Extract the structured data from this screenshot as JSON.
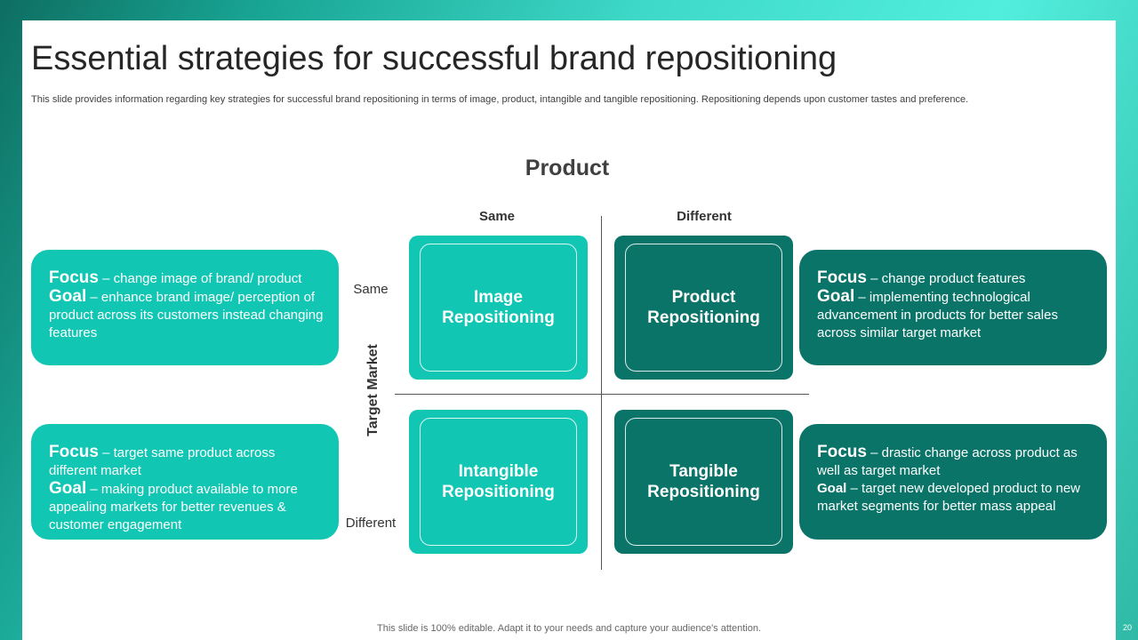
{
  "slide": {
    "title": "Essential strategies for successful brand repositioning",
    "subtitle": "This slide provides information regarding key strategies for successful brand repositioning in terms of image, product, intangible and tangible repositioning. Repositioning depends upon customer tastes and preference.",
    "footer": "This slide is 100% editable. Adapt it to your needs and capture your audience's attention.",
    "page_number": "20"
  },
  "matrix": {
    "x_axis_title": "Product",
    "y_axis_title": "Target Market",
    "columns": [
      "Same",
      "Different"
    ],
    "rows": [
      "Same",
      "Different"
    ],
    "quadrants": {
      "top_left": "Image\nRepositioning",
      "top_right": "Product\nRepositioning",
      "bottom_left": "Intangible\nRepositioning",
      "bottom_right": "Tangible\nRepositioning"
    }
  },
  "cards": {
    "top_left": {
      "focus_label": "Focus",
      "focus_text": " – change image of brand/ product",
      "goal_label": "Goal",
      "goal_text": " – enhance brand image/ perception of product across its customers instead changing features"
    },
    "top_right": {
      "focus_label": "Focus",
      "focus_text": " – change product features",
      "goal_label": "Goal",
      "goal_text": " – implementing technological advancement in products for better sales across similar target market"
    },
    "bottom_left": {
      "focus_label": "Focus",
      "focus_text": " – target same product across different market",
      "goal_label": "Goal",
      "goal_text": " – making product available to more appealing markets for better revenues & customer engagement"
    },
    "bottom_right": {
      "focus_label": "Focus",
      "focus_text": " – drastic change across product as well as target market",
      "goal_label": "Goal",
      "goal_text": " – target new developed product to new market segments for better mass appeal"
    }
  },
  "colors": {
    "teal_light": "#12c6b4",
    "teal_dark": "#0a7468"
  }
}
